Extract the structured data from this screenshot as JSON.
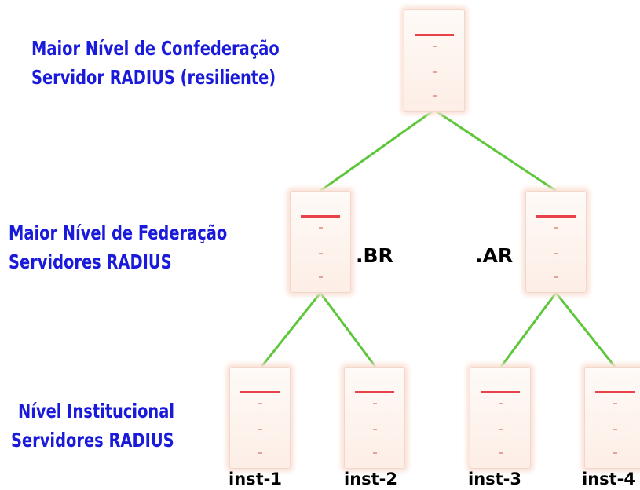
{
  "labels": {
    "confederation": [
      "Maior Nível de Confederação",
      "Servidor RADIUS (resiliente)"
    ],
    "federation": [
      "Maior Nível de Federação",
      "Servidores RADIUS"
    ],
    "institutional": [
      "Nível Institucional",
      "Servidores RADIUS"
    ]
  },
  "nodes": {
    "br": ".BR",
    "ar": ".AR",
    "inst": [
      "inst-1",
      "inst-2",
      "inst-3",
      "inst-4"
    ]
  },
  "colors": {
    "label_text": "#1a1adb",
    "link": "#5ec63a",
    "server_stripe": "#e8434a"
  }
}
